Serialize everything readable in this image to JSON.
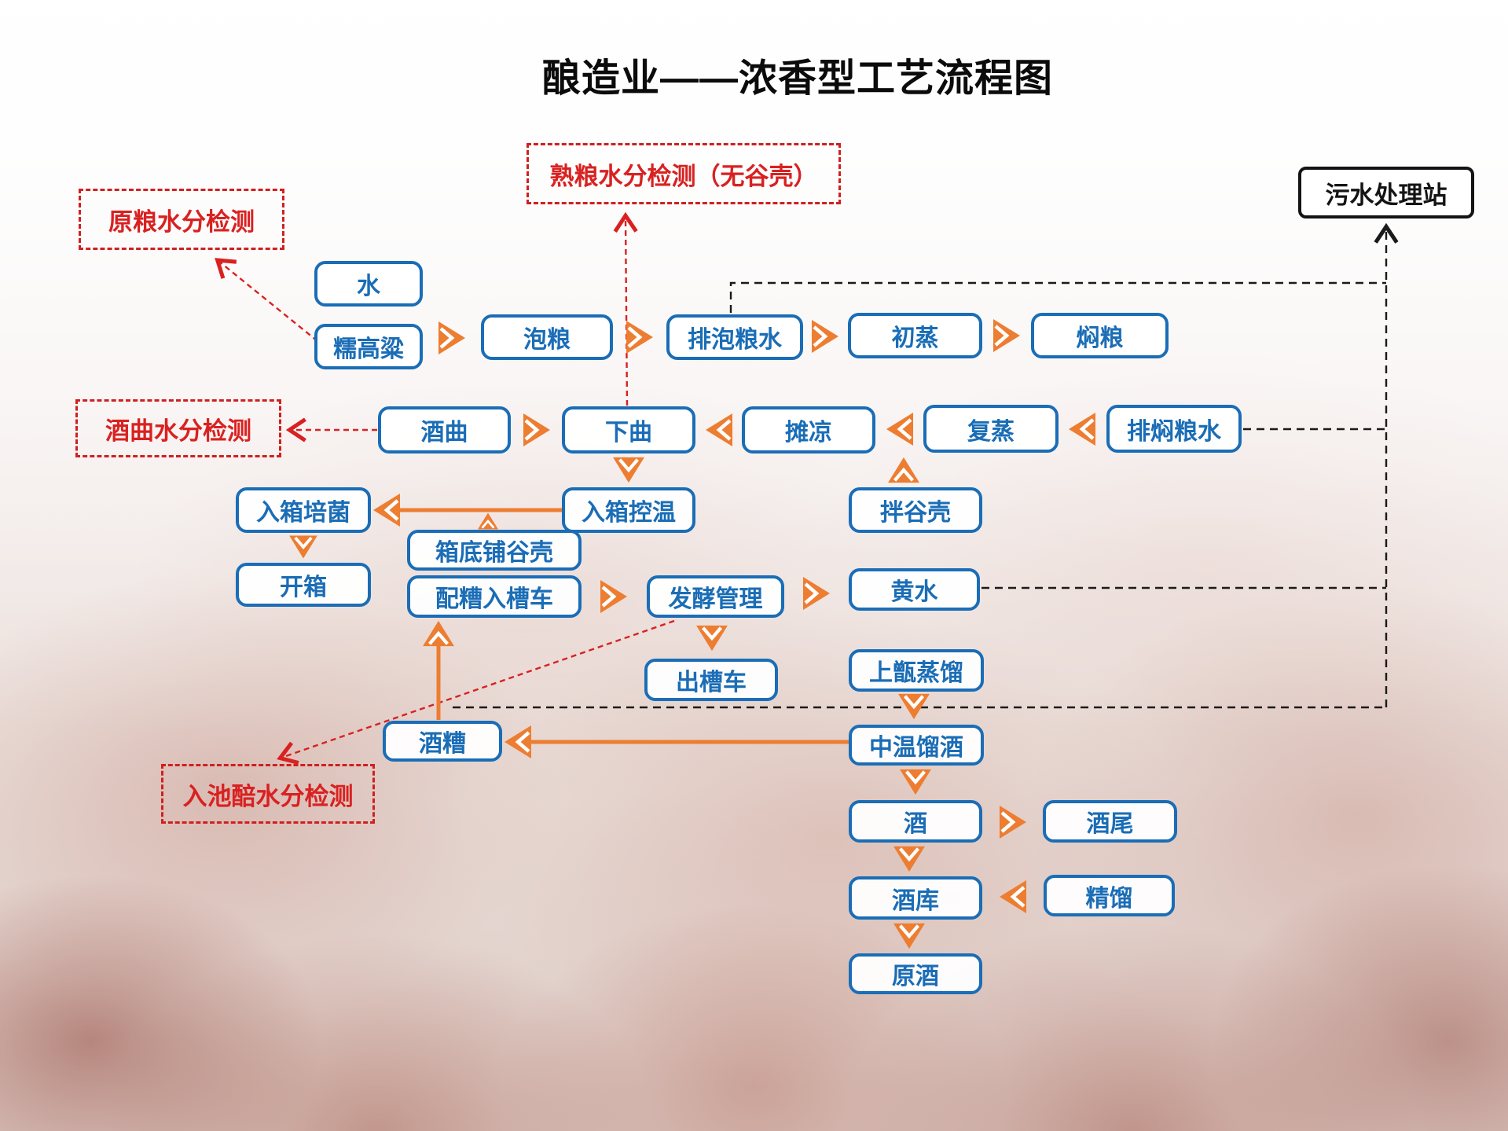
{
  "title": "酿造业——浓香型工艺流程图",
  "colors": {
    "node_blue": "#1a6db6",
    "arrow_orange": "#ED7D31",
    "inspection_red": "#d92121",
    "wire_black": "#1a1a1a"
  },
  "nodes": {
    "shui": "水",
    "nuogaoliang": "糯高粱",
    "paoliang": "泡粮",
    "paipaoliangshui": "排泡粮水",
    "chuzheng": "初蒸",
    "menliang": "焖粮",
    "jiuqu": "酒曲",
    "xiaqu": "下曲",
    "tanliang": "摊凉",
    "fuzheng": "复蒸",
    "paimenliangshui": "排焖粮水",
    "ruxiangpeijun": "入箱培菌",
    "ruxiangkongwen": "入箱控温",
    "banguke": "拌谷壳",
    "xiangdipuguke": "箱底铺谷壳",
    "kaixiang": "开箱",
    "peizaorucaoche": "配糟入槽车",
    "fajiaoguanli": "发酵管理",
    "huangshui": "黄水",
    "chucaoche": "出槽车",
    "shangzengzhengliu": "上甑蒸馏",
    "jiuzao": "酒糟",
    "zhongwenliujiu": "中温馏酒",
    "jiu": "酒",
    "jiuwei": "酒尾",
    "jiuku": "酒库",
    "jingliu": "精馏",
    "yuanjiu": "原酒"
  },
  "inspections": {
    "yuanliang": "原粮水分检测",
    "shuliang": "熟粮水分检测（无谷壳）",
    "jiuqu": "酒曲水分检测",
    "ruchipei": "入池醅水分检测"
  },
  "sewage_station": "污水处理站"
}
